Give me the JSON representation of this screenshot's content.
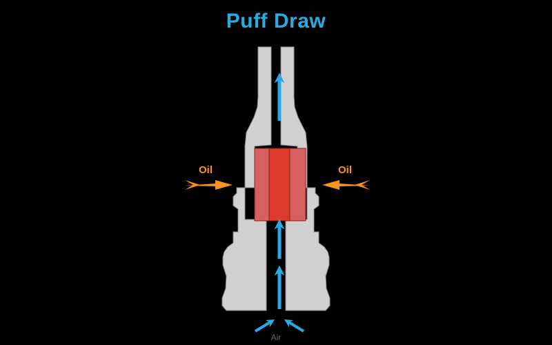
{
  "title": "Puff Draw",
  "labels": {
    "oil_left": "Oil",
    "oil_right": "Oil",
    "air": "Air"
  },
  "colors": {
    "background": "#000000",
    "title": "#29abe2",
    "body": "#d0d0d0",
    "body_stroke": "#8a8a8a",
    "wick_outer": "#d46060",
    "wick_core": "#dc3a2e",
    "air_arrow": "#29abe2",
    "oil_arrow": "#f7931e",
    "air_label": "#6a6a6a"
  },
  "icons": {
    "air_flow": "arrow-up-icon",
    "oil_flow": "arrow-horizontal-icon"
  }
}
